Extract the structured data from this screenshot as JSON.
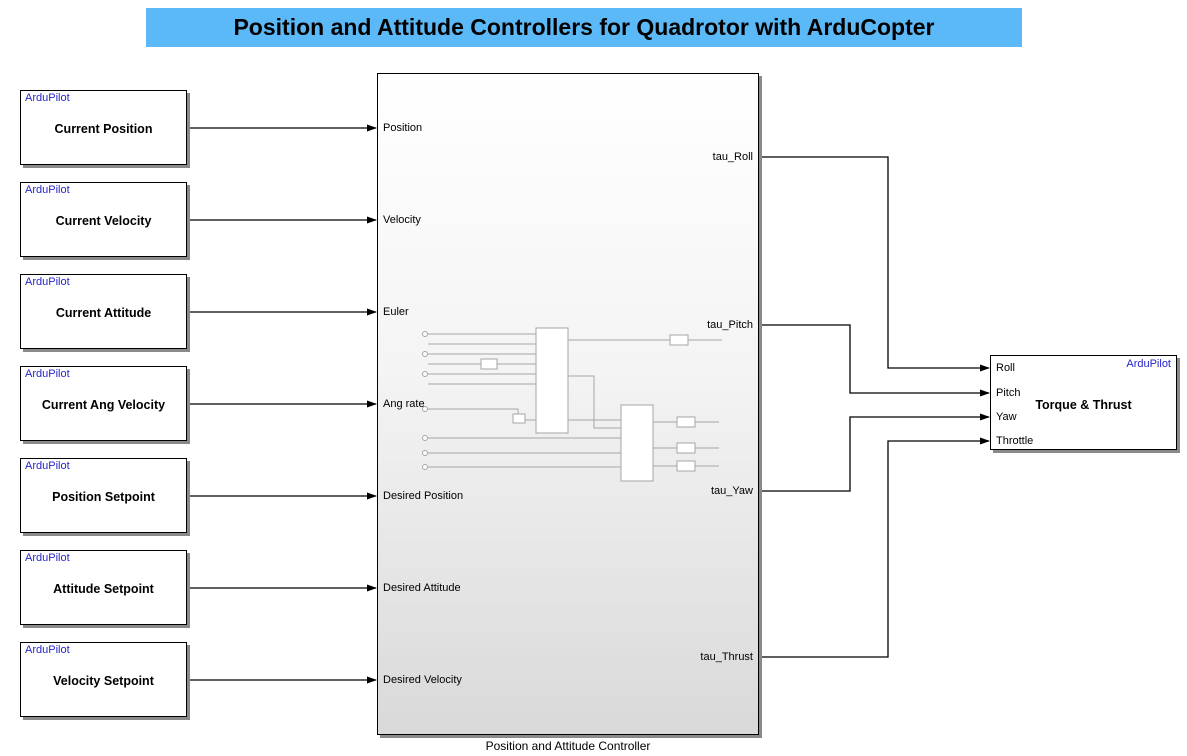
{
  "title": "Position and Attitude Controllers for Quadrotor with ArduCopter",
  "colors": {
    "banner": "#5cb9f7",
    "mask-text": "#2424cc"
  },
  "source_blocks": [
    {
      "mask": "ArduPilot",
      "label": "Current Position"
    },
    {
      "mask": "ArduPilot",
      "label": "Current Velocity"
    },
    {
      "mask": "ArduPilot",
      "label": "Current Attitude"
    },
    {
      "mask": "ArduPilot",
      "label": "Current Ang Velocity"
    },
    {
      "mask": "ArduPilot",
      "label": "Position Setpoint"
    },
    {
      "mask": "ArduPilot",
      "label": "Attitude Setpoint"
    },
    {
      "mask": "ArduPilot",
      "label": "Velocity Setpoint"
    }
  ],
  "controller": {
    "caption": "Position and Attitude Controller",
    "inputs": [
      "Position",
      "Velocity",
      "Euler",
      "Ang rate",
      "Desired Position",
      "Desired Attitude",
      "Desired Velocity"
    ],
    "outputs": [
      "tau_Roll",
      "tau_Pitch",
      "tau_Yaw",
      "tau_Thrust"
    ]
  },
  "torque_block": {
    "mask": "ArduPilot",
    "label": "Torque & Thrust",
    "inputs": [
      "Roll",
      "Pitch",
      "Yaw",
      "Throttle"
    ]
  }
}
